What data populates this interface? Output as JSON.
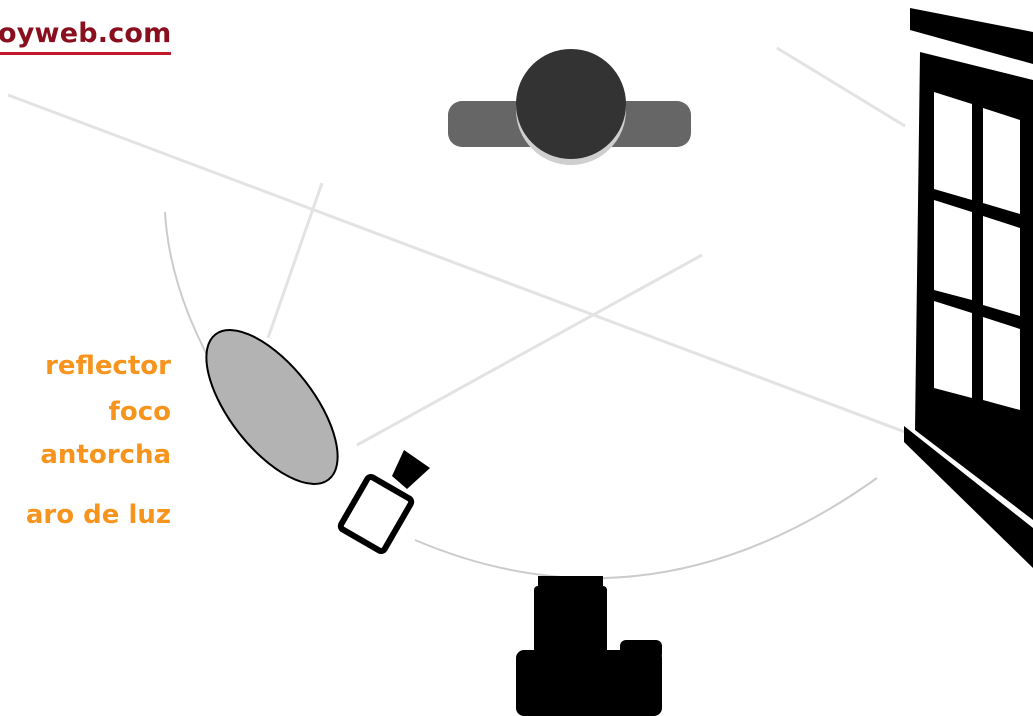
{
  "brand": {
    "text": "oyweb.com",
    "color": "#8a0f1e"
  },
  "light_options": {
    "color": "#f7941d",
    "items": [
      "reflector",
      "foco",
      "antorcha",
      "aro de luz"
    ]
  },
  "colors": {
    "ray": "#e2e2e2",
    "arc": "#c8c8c8",
    "reflector_fill": "#b3b3b3",
    "subject_arms": "#666666",
    "subject_head": "#333333",
    "silhouette": "#000000"
  },
  "icons": [
    "camera-icon",
    "flash-icon",
    "window-icon",
    "subject-icon",
    "reflector-icon"
  ]
}
